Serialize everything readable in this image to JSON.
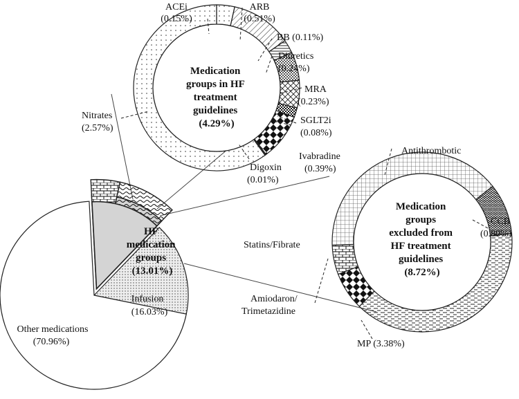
{
  "colors": {
    "stroke": "#222222",
    "background": "#ffffff",
    "highlight_fill": "#d4d4d4",
    "infusion_fill": "#e6e6e6"
  },
  "chart_data": [
    {
      "type": "pie",
      "name_on_chart": "",
      "slices": [
        {
          "label": "Other medications",
          "value": 70.96,
          "display": "(70.96%)",
          "pattern": "none"
        },
        {
          "label": "Infusion",
          "value": 16.03,
          "display": "(16.03%)",
          "pattern": "dots"
        },
        {
          "label": "HF medication groups",
          "value": 13.01,
          "display": "(13.01%)",
          "pattern": "solid-gray",
          "label_lines": [
            "HF",
            "medication",
            "groups",
            "(13.01%)"
          ],
          "sub_slices": [
            {
              "group": "Medication groups in HF treatment guidelines",
              "value": 4.29,
              "pattern": "brick"
            },
            {
              "group": "Medication groups excluded from HF treatment guidelines",
              "value": 8.72,
              "pattern": "waves"
            }
          ]
        }
      ]
    },
    {
      "type": "pie",
      "variant": "donut",
      "center_lines": [
        "Medication",
        "groups in HF",
        "treatment",
        "guidelines",
        "(4.29%)"
      ],
      "slices": [
        {
          "label": "ACEi",
          "value": 0.15,
          "display": "(0.15%)",
          "pattern": "sparse-dots"
        },
        {
          "label": "ARB",
          "value": 0.51,
          "display": "(0.51%)",
          "pattern": "diagonal"
        },
        {
          "label": "BB",
          "value": 0.11,
          "display": "(0.11%)",
          "pattern": "horizontal"
        },
        {
          "label": "Diuretics",
          "value": 0.24,
          "display": "(0.24%)",
          "pattern": "dense-dots"
        },
        {
          "label": "MRA",
          "value": 0.23,
          "display": "(0.23%)",
          "pattern": "crosshatch"
        },
        {
          "label": "SGLT2i",
          "value": 0.08,
          "display": "(0.08%)",
          "pattern": "checker"
        },
        {
          "label": "Ivabradine",
          "value": 0.39,
          "display": "(0.39%)",
          "pattern": "diamond"
        },
        {
          "label": "Digoxin",
          "value": 0.01,
          "display": "(0.01%)",
          "pattern": "solid-dark"
        },
        {
          "label": "Nitrates",
          "value": 2.57,
          "display": "(2.57%)",
          "pattern": "sparse-dots"
        }
      ]
    },
    {
      "type": "pie",
      "variant": "donut",
      "center_lines": [
        "Medication",
        "groups",
        "excluded from",
        "HF treatment",
        "guidelines",
        "(8.72%)"
      ],
      "slices": [
        {
          "label": "Antithrombotic",
          "value": 3.48,
          "display": "",
          "pattern": "grid"
        },
        {
          "label": "CCB",
          "value": 0.8,
          "display": "(0.80%)",
          "pattern": "zigzag"
        },
        {
          "label": "MP",
          "value": 3.38,
          "display": "(3.38%)",
          "pattern": "dashes"
        },
        {
          "label": "Amiodaron/ Trimetazidine",
          "value": 0.6,
          "display": "",
          "pattern": "diamond"
        },
        {
          "label": "Statins/Fibrate",
          "value": 0.46,
          "display": "",
          "pattern": "brick"
        }
      ]
    }
  ],
  "labels": {
    "acei": [
      "ACEi",
      "(0.15%)"
    ],
    "arb": [
      "ARB",
      "(0.51%)"
    ],
    "bb": [
      "BB (0.11%)"
    ],
    "diuretics": [
      "Diuretics",
      "(0.24%)"
    ],
    "mra": [
      "MRA",
      "(0.23%)"
    ],
    "sglt2i": [
      "SGLT2i",
      "(0.08%)"
    ],
    "nitrates": [
      "Nitrates",
      "(2.57%)"
    ],
    "digoxin": [
      "Digoxin",
      "(0.01%)"
    ],
    "ivabradine": [
      "Ivabradine",
      "(0.39%)"
    ],
    "antithrombotic": [
      "Antithrombotic"
    ],
    "ccb": [
      "CCB",
      "(0.80%)"
    ],
    "statins": [
      "Statins/Fibrate"
    ],
    "amiodaron": [
      "Amiodaron/",
      "Trimetazidine"
    ],
    "mp": [
      "MP (3.38%)"
    ],
    "infusion": [
      "Infusion",
      "(16.03%)"
    ],
    "other": [
      "Other medications",
      "(70.96%)"
    ]
  }
}
